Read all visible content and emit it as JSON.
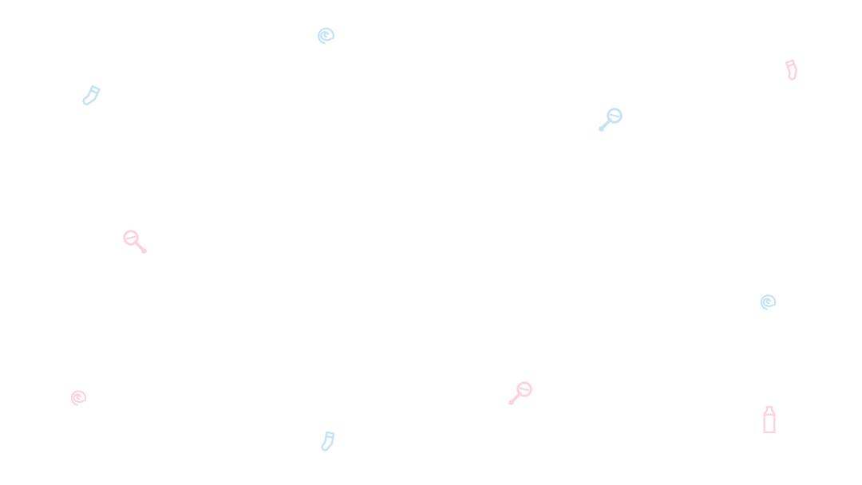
{
  "colors": {
    "blue": "#c4e4f4",
    "pink": "#fbd3db",
    "background": "#ffffff"
  },
  "decorations": [
    {
      "icon": "swirl-icon",
      "color": "blue"
    },
    {
      "icon": "sock-icon",
      "color": "blue"
    },
    {
      "icon": "sock-icon",
      "color": "pink"
    },
    {
      "icon": "rattle-icon",
      "color": "blue"
    },
    {
      "icon": "rattle-icon",
      "color": "pink"
    },
    {
      "icon": "swirl-icon",
      "color": "blue"
    },
    {
      "icon": "swirl-icon",
      "color": "pink"
    },
    {
      "icon": "rattle-icon",
      "color": "pink"
    },
    {
      "icon": "sock-icon",
      "color": "blue"
    },
    {
      "icon": "bottle-icon",
      "color": "pink"
    }
  ]
}
